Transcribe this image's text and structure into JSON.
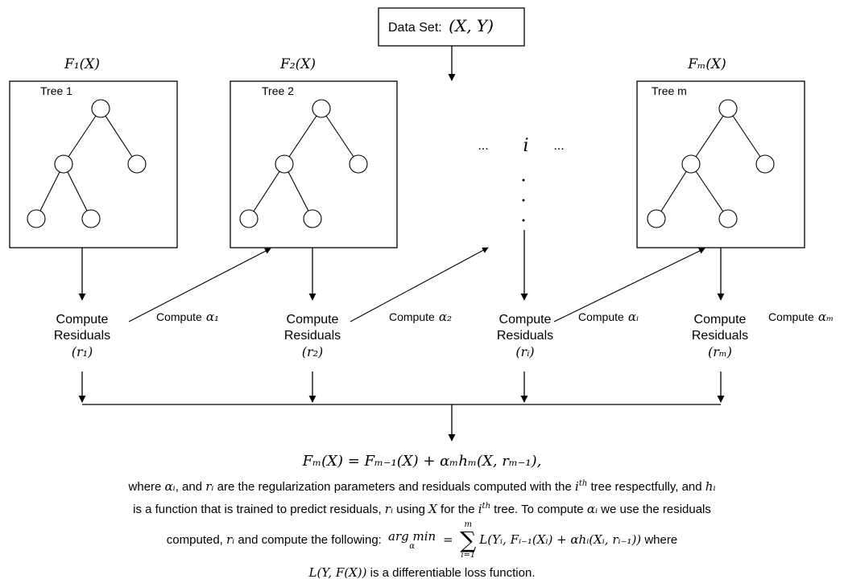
{
  "dataset": {
    "label_prefix": "Data Set:",
    "label_math": "(X, Y)"
  },
  "trees": [
    {
      "function_label": "F₁(X)",
      "tree_label": "Tree 1"
    },
    {
      "function_label": "F₂(X)",
      "tree_label": "Tree 2"
    },
    {
      "function_label": "Fₘ(X)",
      "tree_label": "Tree m"
    }
  ],
  "middle": {
    "dots_left": "...",
    "index": "i",
    "dots_right": "..."
  },
  "residuals": [
    {
      "line1": "Compute",
      "line2": "Residuals",
      "line3": "(r₁)"
    },
    {
      "line1": "Compute",
      "line2": "Residuals",
      "line3": "(r₂)"
    },
    {
      "line1": "Compute",
      "line2": "Residuals",
      "line3": "(rᵢ)"
    },
    {
      "line1": "Compute",
      "line2": "Residuals",
      "line3": "(rₘ)"
    }
  ],
  "alphas": [
    {
      "prefix": "Compute",
      "symbol": "α₁"
    },
    {
      "prefix": "Compute",
      "symbol": "α₂"
    },
    {
      "prefix": "Compute",
      "symbol": "αᵢ"
    },
    {
      "prefix": "Compute",
      "symbol": "αₘ"
    }
  ],
  "formula": {
    "main": "Fₘ(X)  =  Fₘ₋₁(X) + αₘhₘ(X, rₘ₋₁),",
    "line1_a": "where ",
    "line1_alpha": "αᵢ",
    "line1_b": ", and ",
    "line1_r": "rᵢ",
    "line1_c": " are the regularization parameters and residuals computed with the ",
    "line1_ith": "i",
    "line1_th": "th",
    "line1_d": " tree respectfully, and ",
    "line1_h": "hᵢ",
    "line2_a": "is a function that is trained to predict residuals, ",
    "line2_r": "rᵢ",
    "line2_b": " using ",
    "line2_x": "X",
    "line2_c": " for the ",
    "line2_ith": "i",
    "line2_th": "th",
    "line2_d": " tree. To compute ",
    "line2_alpha": "αᵢ",
    "line2_e": " we use the residuals",
    "line3_a": "computed, ",
    "line3_r": "rᵢ",
    "line3_b": " and compute the following: ",
    "line3_argmin": "arg min",
    "line3_under": "α",
    "line3_eq": " = ",
    "line3_sum_top": "m",
    "line3_sum_bottom": "i=1",
    "line3_expr": "L(Yᵢ, Fᵢ₋₁(Xᵢ) + αhᵢ(Xᵢ, rᵢ₋₁))",
    "line3_c": " where",
    "line4_math": "L(Y, F(X))",
    "line4_text": " is a differentiable loss function."
  }
}
